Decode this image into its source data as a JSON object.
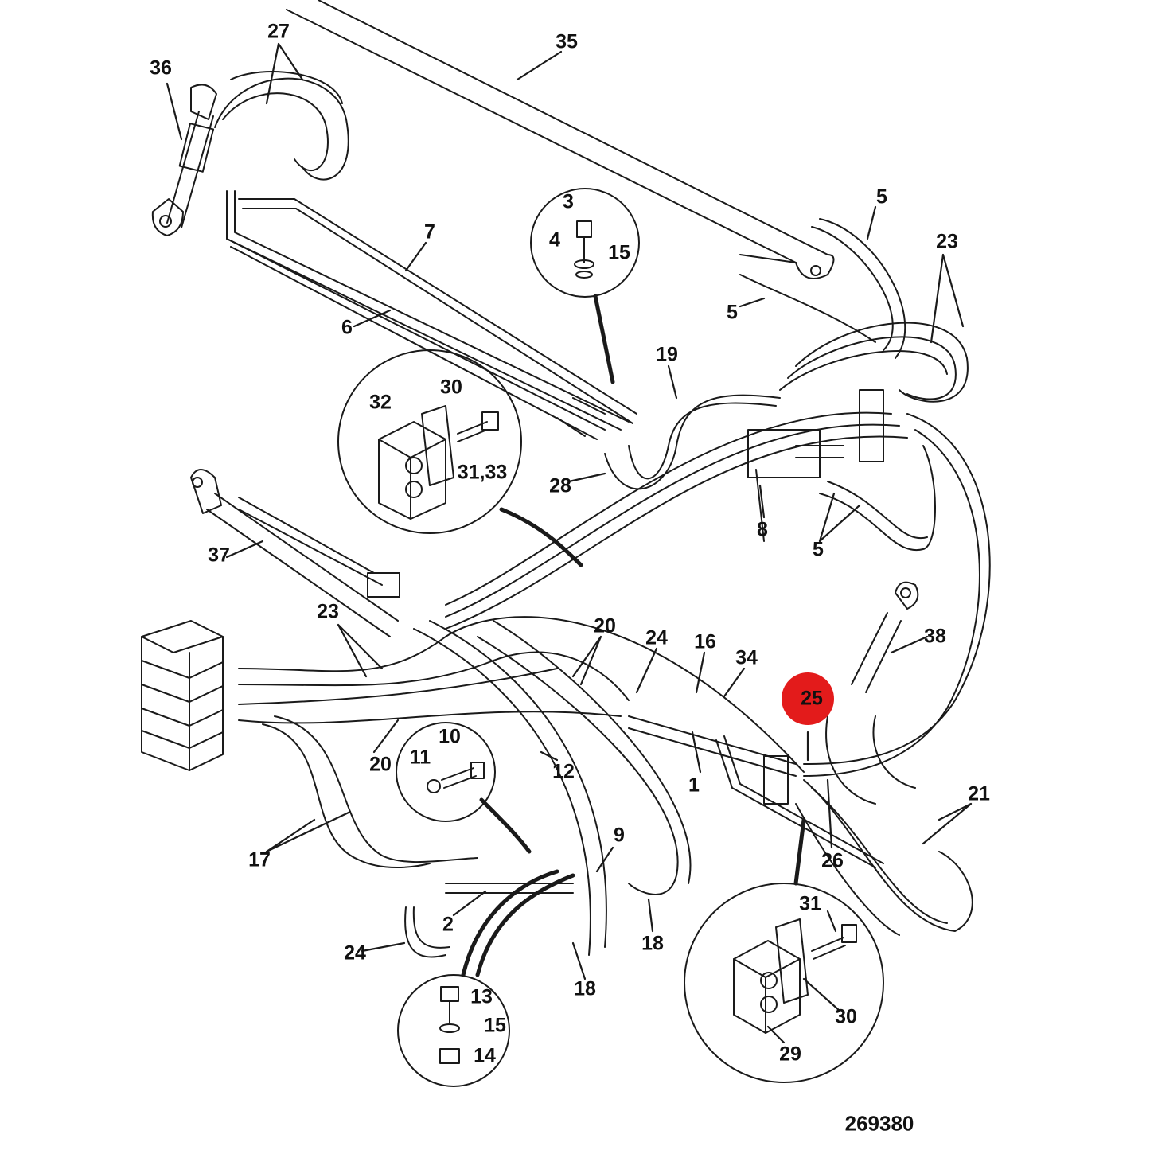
{
  "drawing_number": "269380",
  "highlight": {
    "label": "25",
    "color": "#e31b1b"
  },
  "callouts": [
    "27",
    "36",
    "35",
    "3",
    "4",
    "15",
    "7",
    "5",
    "23",
    "6",
    "5",
    "19",
    "32",
    "30",
    "31,33",
    "28",
    "8",
    "5",
    "37",
    "23",
    "20",
    "24",
    "16",
    "34",
    "38",
    "25",
    "20",
    "11",
    "10",
    "12",
    "1",
    "21",
    "17",
    "9",
    "26",
    "2",
    "24",
    "18",
    "18",
    "31",
    "13",
    "15",
    "14",
    "30",
    "29"
  ]
}
